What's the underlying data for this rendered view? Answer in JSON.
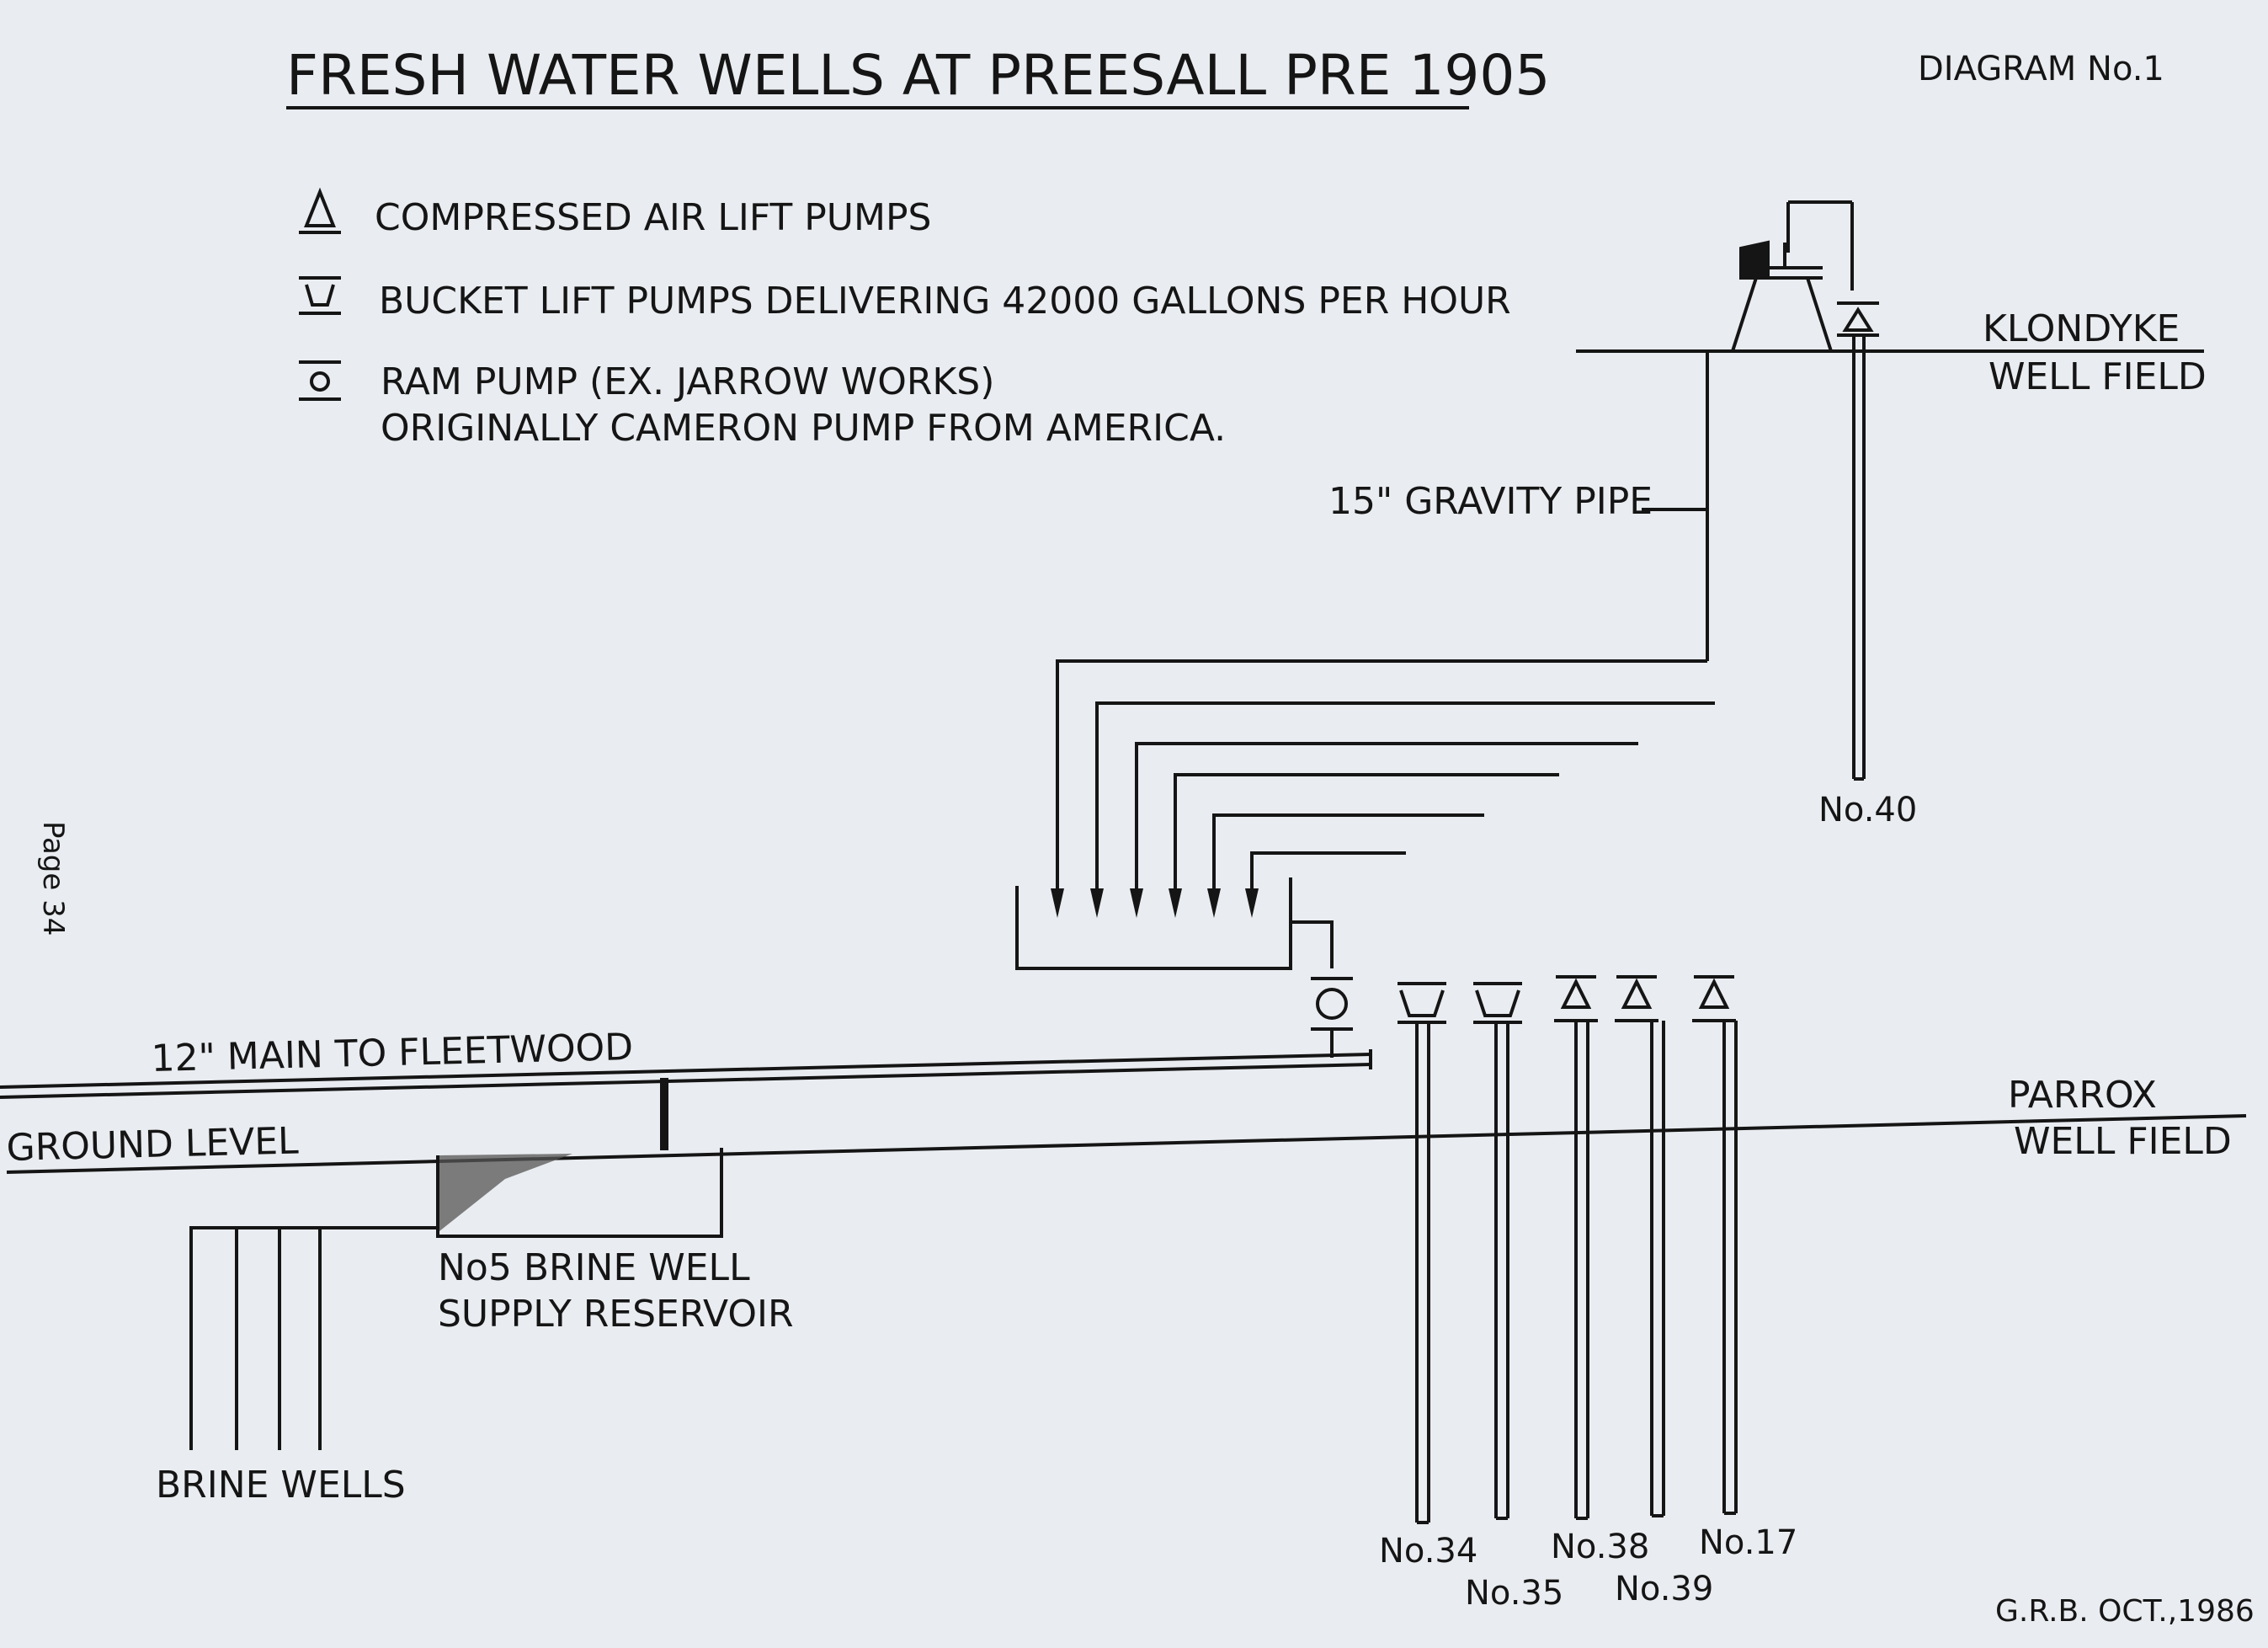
{
  "title": "FRESH WATER WELLS AT PREESALL PRE 1905",
  "diagram_number": "DIAGRAM No.1",
  "page_label": "Page 34",
  "legend": [
    {
      "symbol": "triangle-pump-icon",
      "text": "COMPRESSED AIR LIFT PUMPS"
    },
    {
      "symbol": "bucket-pump-icon",
      "text": "BUCKET LIFT PUMPS DELIVERING 42000 GALLONS PER HOUR"
    },
    {
      "symbol": "ram-pump-icon",
      "text": "RAM PUMP (EX. JARROW WORKS)",
      "text2": "ORIGINALLY CAMERON PUMP FROM AMERICA."
    }
  ],
  "labels": {
    "klondyke_1": "KLONDYKE",
    "klondyke_2": "WELL FIELD",
    "gravity_pipe": "15\" GRAVITY PIPE",
    "main_fleetwood": "12\" MAIN TO FLEETWOOD",
    "ground_level": "GROUND LEVEL",
    "parrox_1": "PARROX",
    "parrox_2": "WELL FIELD",
    "reservoir_1": "No5 BRINE WELL",
    "reservoir_2": "SUPPLY RESERVOIR",
    "brine_wells": "BRINE WELLS",
    "author_date": "G.R.B. OCT.,1986"
  },
  "wells": {
    "no40": "No.40",
    "no34": "No.34",
    "no35": "No.35",
    "no38": "No.38",
    "no39": "No.39",
    "no17": "No.17"
  },
  "colors": {
    "paper": "#e9ecf0",
    "ink": "#151515"
  }
}
